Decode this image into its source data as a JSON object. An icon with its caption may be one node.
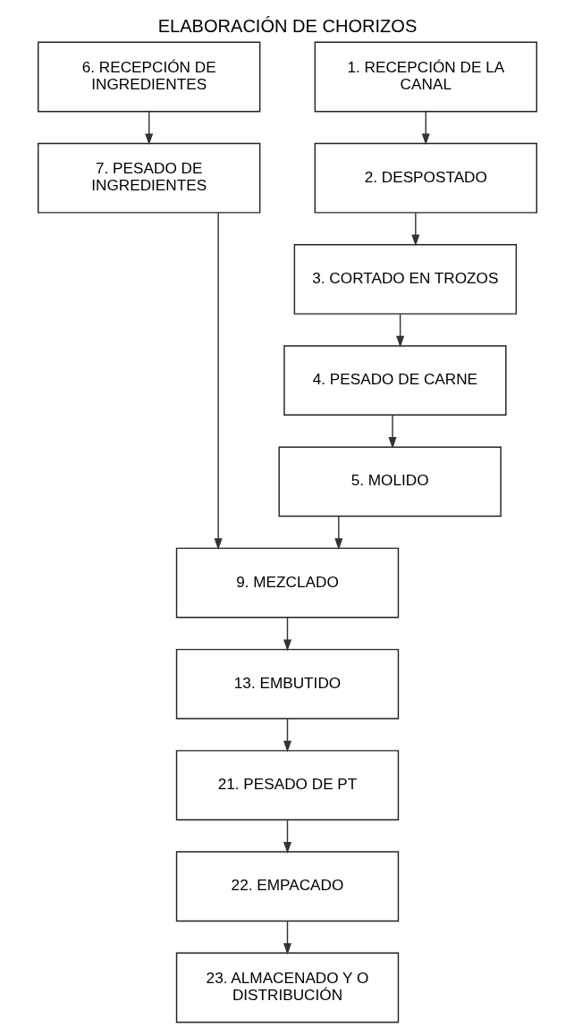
{
  "diagram": {
    "title": "ELABORACIÓN DE CHORIZOS",
    "nodes": [
      {
        "text": [
          "6. RECEPCIÓN DE INGREDIENTES"
        ]
      },
      {
        "text": [
          "7. PESADO DE INGREDIENTES"
        ]
      },
      {
        "text": [
          "1. RECEPCIÓN DE LA CANAL"
        ]
      },
      {
        "text": [
          "2. DESPOSTADO"
        ]
      },
      {
        "text": [
          "3. CORTADO EN TROZOS"
        ]
      },
      {
        "text": [
          "4. PESADO DE CARNE"
        ]
      },
      {
        "text": [
          "5. MOLIDO"
        ]
      },
      {
        "text": [
          "9. MEZCLADO"
        ]
      },
      {
        "text": [
          "13. EMBUTIDO"
        ]
      },
      {
        "text": [
          "21. PESADO DE PT"
        ]
      },
      {
        "text": [
          "22. EMPACADO"
        ]
      },
      {
        "text": [
          "23. ALMACENADO Y O DISTRIBUCIÓN"
        ]
      }
    ],
    "edges": [
      {
        "from": 0,
        "to": 1,
        "arrow": "to"
      },
      {
        "from": 2,
        "to": 3,
        "arrow": "to"
      },
      {
        "from": 3,
        "to": 4,
        "arrow": "to"
      },
      {
        "from": 4,
        "to": 5,
        "arrow": "to"
      },
      {
        "from": 5,
        "to": 6,
        "arrow": "to"
      },
      {
        "from": 6,
        "to": 7,
        "arrow": "to"
      },
      {
        "from": 1,
        "to": 7,
        "arrow": "to"
      },
      {
        "from": 7,
        "to": 8,
        "arrow": "to"
      },
      {
        "from": 8,
        "to": 9,
        "arrow": "to"
      },
      {
        "from": 9,
        "to": 10,
        "arrow": "to"
      },
      {
        "from": 10,
        "to": 11,
        "arrow": "to"
      }
    ]
  }
}
